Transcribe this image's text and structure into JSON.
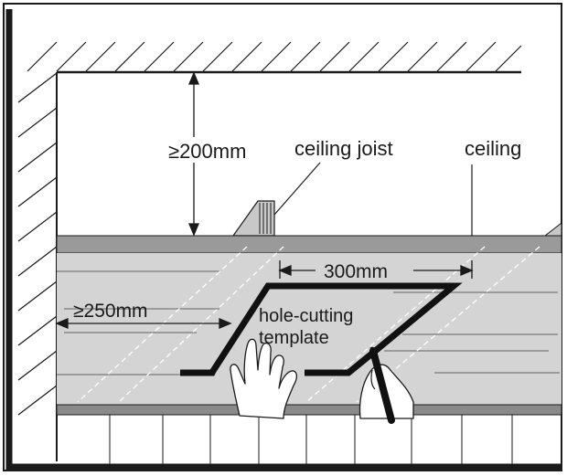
{
  "labels": {
    "clearance_above": "≥200mm",
    "ceiling_joist": "ceiling joist",
    "ceiling": "ceiling",
    "width": "300mm",
    "wall_distance": "≥250mm",
    "template_line1": "hole-cutting",
    "template_line2": "template"
  },
  "colors": {
    "line": "#1a1a1a",
    "ceiling_band": "#9a9a9a",
    "ceiling_panel": "#d4d4d4",
    "panel_line": "#8a8a8a",
    "background": "#ffffff"
  }
}
